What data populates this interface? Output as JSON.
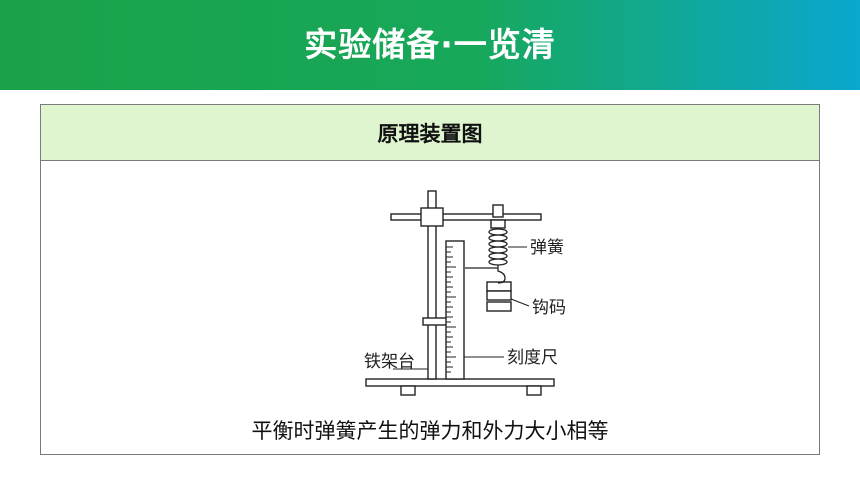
{
  "banner": {
    "title": "实验储备·一览清"
  },
  "table": {
    "header": "原理装置图",
    "caption": "平衡时弹簧产生的弹力和外力大小相等"
  },
  "diagram": {
    "labels": {
      "spring": "弹簧",
      "weights": "钩码",
      "stand": "铁架台",
      "ruler": "刻度尺"
    }
  },
  "colors": {
    "banner_start": "#1aa24a",
    "banner_end": "#0aa7cf",
    "header_bg": "#dff5cf"
  }
}
